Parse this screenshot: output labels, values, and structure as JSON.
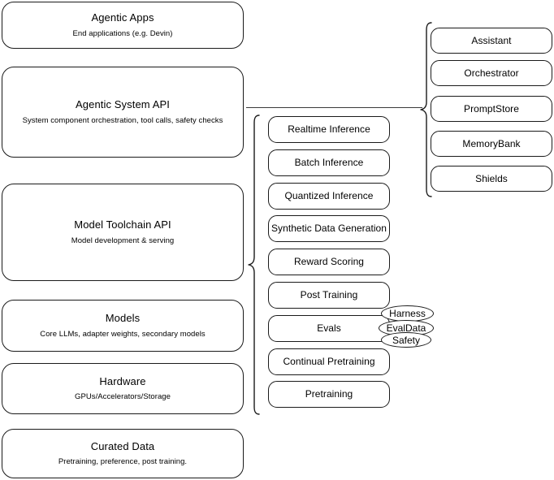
{
  "diagram": {
    "title": "AI Stack Layered Architecture",
    "colors": {
      "stroke": "#1a1a1a",
      "connector": "#3a3a3a",
      "background": "#ffffff",
      "text": "#000000"
    }
  },
  "layers": [
    {
      "id": "agentic-apps",
      "title": "Agentic Apps",
      "subtitle": "End applications (e.g. Devin)"
    },
    {
      "id": "agentic-system-api",
      "title": "Agentic System API",
      "subtitle": "System component orchestration, tool calls, safety checks"
    },
    {
      "id": "model-toolchain-api",
      "title": "Model Toolchain API",
      "subtitle": "Model development & serving"
    },
    {
      "id": "models",
      "title": "Models",
      "subtitle": "Core LLMs, adapter weights, secondary models"
    },
    {
      "id": "hardware",
      "title": "Hardware",
      "subtitle": "GPUs/Accelerators/Storage"
    },
    {
      "id": "curated-data",
      "title": "Curated Data",
      "subtitle": "Pretraining, preference, post training."
    }
  ],
  "toolchain_column": {
    "parent": "model-toolchain-api",
    "items": [
      {
        "id": "realtime-inference",
        "label": "Realtime Inference"
      },
      {
        "id": "batch-inference",
        "label": "Batch Inference"
      },
      {
        "id": "quantized-inference",
        "label": "Quantized Inference"
      },
      {
        "id": "synthetic-data-generation",
        "label": "Synthetic Data Generation"
      },
      {
        "id": "reward-scoring",
        "label": "Reward Scoring"
      },
      {
        "id": "post-training",
        "label": "Post Training"
      },
      {
        "id": "evals",
        "label": "Evals"
      },
      {
        "id": "continual-pretraining",
        "label": "Continual Pretraining"
      },
      {
        "id": "pretraining",
        "label": "Pretraining"
      }
    ]
  },
  "evals_pills": [
    {
      "id": "harness",
      "label": "Harness"
    },
    {
      "id": "evaldata",
      "label": "EvalData"
    },
    {
      "id": "safety",
      "label": "Safety"
    }
  ],
  "system_column": {
    "parent": "agentic-system-api",
    "items": [
      {
        "id": "assistant",
        "label": "Assistant"
      },
      {
        "id": "orchestrator",
        "label": "Orchestrator"
      },
      {
        "id": "promptstore",
        "label": "PromptStore"
      },
      {
        "id": "memorybank",
        "label": "MemoryBank"
      },
      {
        "id": "shields",
        "label": "Shields"
      }
    ]
  }
}
